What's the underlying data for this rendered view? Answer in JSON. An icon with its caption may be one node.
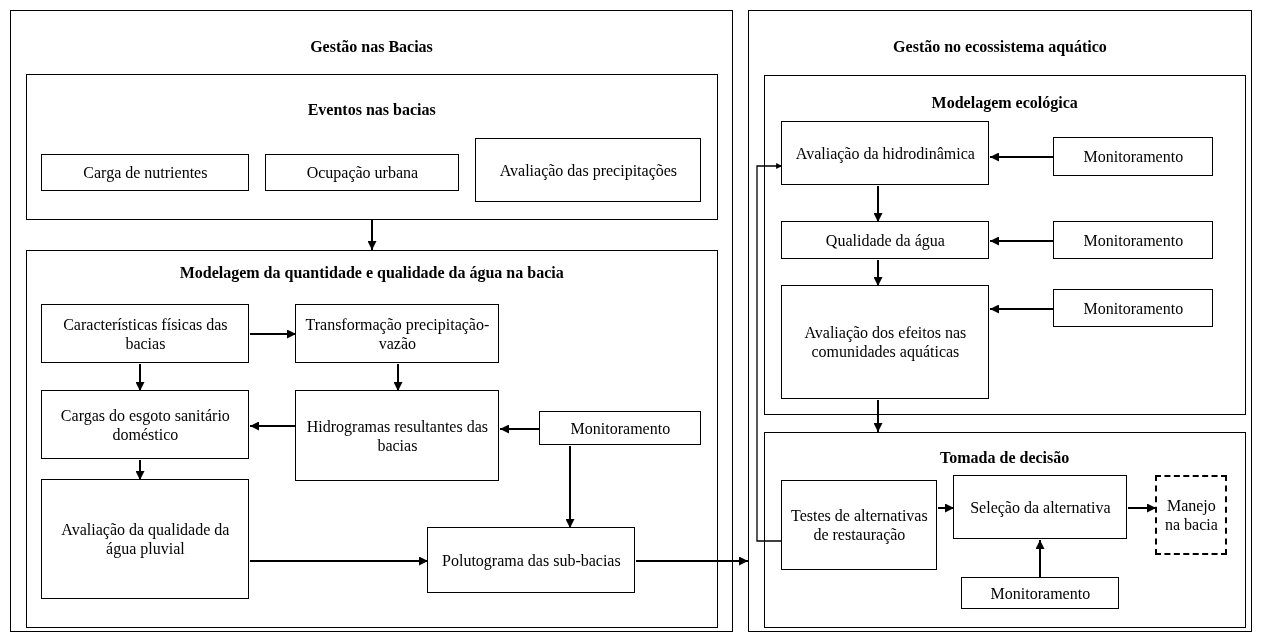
{
  "diagram": {
    "nodes": [
      {
        "text": [
          "Gestão nas Bacias"
        ]
      },
      {
        "text": [
          "Eventos nas bacias"
        ],
        "in": 0
      },
      {
        "text": [
          "Carga de nutrientes"
        ],
        "in": 1
      },
      {
        "text": [
          "Ocupação urbana"
        ],
        "in": 1
      },
      {
        "text": [
          "Avaliação das precipitações"
        ],
        "in": 1
      },
      {
        "text": [
          "Modelagem da quantidade e qualidade da água na bacia"
        ],
        "in": 0
      },
      {
        "text": [
          "Características físicas das bacias"
        ],
        "in": 5
      },
      {
        "text": [
          "Transformação precipitação-vazão"
        ],
        "in": 5
      },
      {
        "text": [
          "Cargas do esgoto sanitário doméstico"
        ],
        "in": 5
      },
      {
        "text": [
          "Hidrogramas resultantes das bacias"
        ],
        "in": 5
      },
      {
        "text": [
          "Monitoramento"
        ],
        "in": 5
      },
      {
        "text": [
          "Avaliação da qualidade da água pluvial"
        ],
        "in": 5
      },
      {
        "text": [
          "Polutograma das sub-bacias"
        ],
        "in": 5
      },
      {
        "text": [
          "Gestão no ecossistema aquático"
        ]
      },
      {
        "text": [
          "Modelagem ecológica"
        ],
        "in": 13
      },
      {
        "text": [
          "Avaliação da hidrodinâmica"
        ],
        "in": 14
      },
      {
        "text": [
          "Monitoramento"
        ],
        "in": 14
      },
      {
        "text": [
          "Qualidade da água"
        ],
        "in": 14
      },
      {
        "text": [
          "Monitoramento"
        ],
        "in": 14
      },
      {
        "text": [
          "Avaliação dos efeitos nas comunidades aquáticas"
        ],
        "in": 14
      },
      {
        "text": [
          "Monitoramento"
        ],
        "in": 14
      },
      {
        "text": [
          "Tomada de decisão"
        ],
        "in": 13
      },
      {
        "text": [
          "Testes de alternativas de restauração"
        ],
        "in": 21
      },
      {
        "text": [
          "Seleção da alternativa"
        ],
        "in": 21
      },
      {
        "text": [
          "Manejo na bacia"
        ],
        "in": 21
      },
      {
        "text": [
          "Monitoramento"
        ],
        "in": 21
      }
    ],
    "edges": [
      {
        "from": 1,
        "to": 5,
        "arrow": "to"
      },
      {
        "from": 6,
        "to": 7,
        "arrow": "to"
      },
      {
        "from": 6,
        "to": 8,
        "arrow": "to"
      },
      {
        "from": 7,
        "to": 9,
        "arrow": "to"
      },
      {
        "from": 9,
        "to": 8,
        "arrow": "to"
      },
      {
        "from": 10,
        "to": 9,
        "arrow": "to"
      },
      {
        "from": 10,
        "to": 12,
        "arrow": "to"
      },
      {
        "from": 8,
        "to": 11,
        "arrow": "to"
      },
      {
        "from": 11,
        "to": 12,
        "arrow": "to"
      },
      {
        "from": 12,
        "to": 13,
        "arrow": "to"
      },
      {
        "from": 16,
        "to": 15,
        "arrow": "to"
      },
      {
        "from": 15,
        "to": 17,
        "arrow": "to"
      },
      {
        "from": 18,
        "to": 17,
        "arrow": "to"
      },
      {
        "from": 17,
        "to": 19,
        "arrow": "to"
      },
      {
        "from": 20,
        "to": 19,
        "arrow": "to"
      },
      {
        "from": 19,
        "to": 21,
        "arrow": "to"
      },
      {
        "from": 22,
        "to": 15,
        "arrow": "to"
      },
      {
        "from": 22,
        "to": 23,
        "arrow": "to"
      },
      {
        "from": 23,
        "to": 24,
        "arrow": "to"
      },
      {
        "from": 25,
        "to": 23,
        "arrow": "to"
      }
    ]
  }
}
